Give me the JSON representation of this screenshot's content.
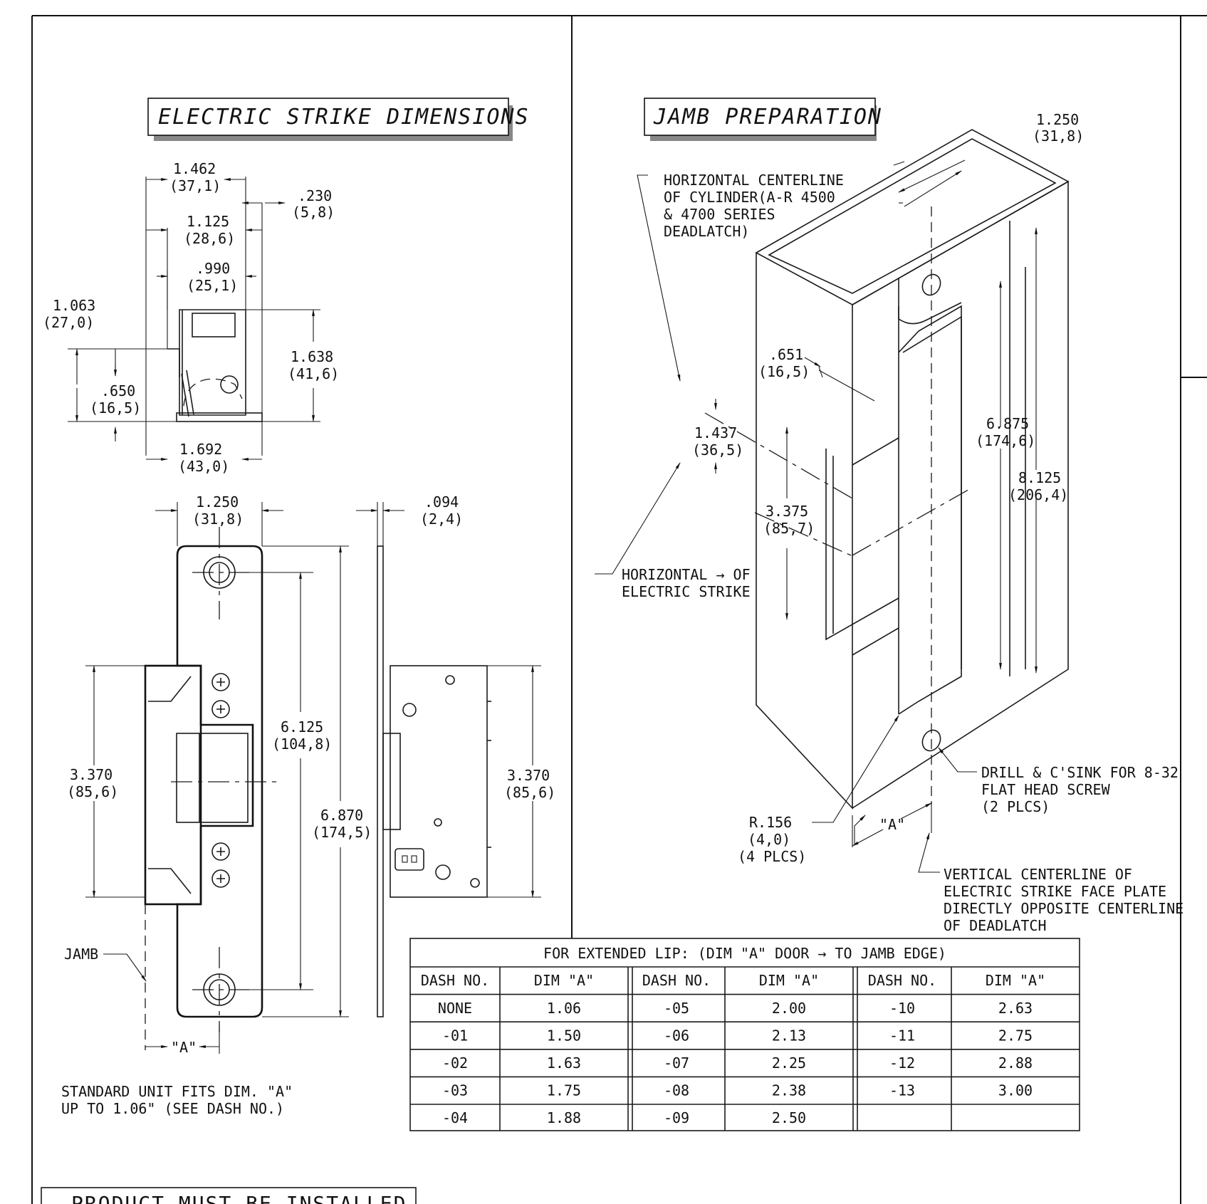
{
  "titles": {
    "left": "ELECTRIC STRIKE DIMENSIONS",
    "right": "JAMB PREPARATION",
    "bottom_notice": "PRODUCT MUST BE INSTALLED"
  },
  "left_top_dims": {
    "d1_in": "1.462",
    "d1_mm": "(37,1)",
    "d2_in": ".230",
    "d2_mm": "(5,8)",
    "d3_in": "1.125",
    "d3_mm": "(28,6)",
    "d4_in": ".990",
    "d4_mm": "(25,1)",
    "d5_in": "1.063",
    "d5_mm": "(27,0)",
    "d6_in": "1.638",
    "d6_mm": "(41,6)",
    "d7_in": ".650",
    "d7_mm": "(16,5)",
    "d8_in": "1.692",
    "d8_mm": "(43,0)"
  },
  "left_bottom_dims": {
    "d1_in": "1.250",
    "d1_mm": "(31,8)",
    "d2_in": ".094",
    "d2_mm": "(2,4)",
    "d3_in": "6.125",
    "d3_mm": "(104,8)",
    "d4_in": "3.370",
    "d4_mm": "(85,6)",
    "d5_in": "6.870",
    "d5_mm": "(174,5)",
    "d6_in": "3.370",
    "d6_mm": "(85,6)",
    "jamb": "JAMB",
    "dim_a": "\"A\"",
    "note_line1": "STANDARD UNIT FITS DIM. \"A\"",
    "note_line2": "UP TO 1.06\" (SEE DASH NO.)"
  },
  "right_dims": {
    "top_in": "1.250",
    "top_mm": "(31,8)",
    "cyl_line1": "HORIZONTAL CENTERLINE",
    "cyl_line2": "OF CYLINDER(A-R 4500",
    "cyl_line3": "& 4700 SERIES",
    "cyl_line4": "DEADLATCH)",
    "d651_in": ".651",
    "d651_mm": "(16,5)",
    "d1437_in": "1.437",
    "d1437_mm": "(36,5)",
    "d3375_in": "3.375",
    "d3375_mm": "(85,7)",
    "d6875_in": "6.875",
    "d6875_mm": "(174,6)",
    "d8125_in": "8.125",
    "d8125_mm": "(206,4)",
    "hz_line1": "HORIZONTAL → OF",
    "hz_line2": "ELECTRIC STRIKE",
    "drill_line1": "DRILL & C'SINK FOR 8-32",
    "drill_line2": "FLAT HEAD SCREW",
    "drill_line3": "(2 PLCS)",
    "r_line1": "R.156",
    "r_line2": "(4,0)",
    "r_line3": "(4 PLCS)",
    "dim_a": "\"A\"",
    "vert_line1": "VERTICAL CENTERLINE OF",
    "vert_line2": "ELECTRIC STRIKE FACE PLATE",
    "vert_line3": "DIRECTLY OPPOSITE CENTERLINE",
    "vert_line4": "OF DEADLATCH"
  },
  "table": {
    "title": "FOR EXTENDED LIP: (DIM \"A\" DOOR → TO JAMB EDGE)",
    "headers": [
      "DASH NO.",
      "DIM \"A\"",
      "DASH NO.",
      "DIM \"A\"",
      "DASH NO.",
      "DIM \"A\""
    ],
    "rows": [
      [
        "NONE",
        "1.06",
        "-05",
        "2.00",
        "-10",
        "2.63"
      ],
      [
        "-01",
        "1.50",
        "-06",
        "2.13",
        "-11",
        "2.75"
      ],
      [
        "-02",
        "1.63",
        "-07",
        "2.25",
        "-12",
        "2.88"
      ],
      [
        "-03",
        "1.75",
        "-08",
        "2.38",
        "-13",
        "3.00"
      ],
      [
        "-04",
        "1.88",
        "-09",
        "2.50",
        "",
        ""
      ]
    ]
  }
}
